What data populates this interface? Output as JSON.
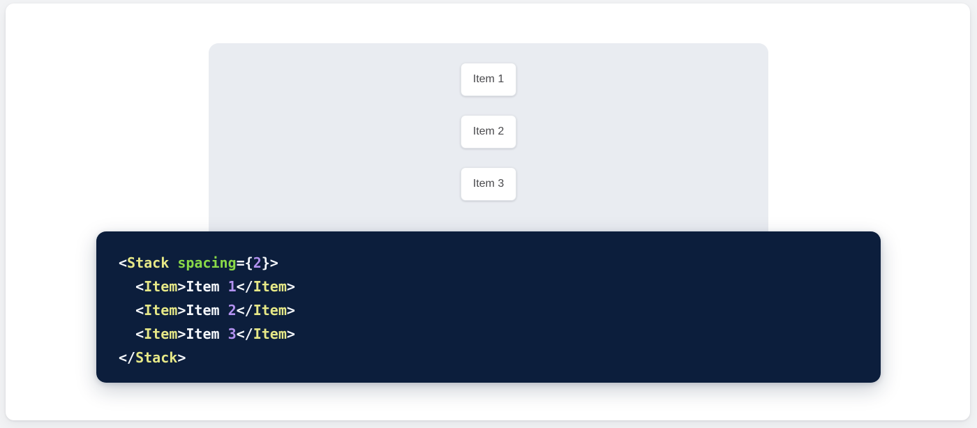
{
  "colors": {
    "page_background": "#f2f3f5",
    "card_background": "#ffffff",
    "preview_panel": "#e9ecf1",
    "code_background": "#0c1e3c",
    "item_background": "#ffffff",
    "item_text": "#4a4a4d",
    "syntax_punctuation": "#f4f7fb",
    "syntax_tag": "#e6e887",
    "syntax_attribute": "#8ad948",
    "syntax_number": "#b392f0",
    "syntax_text": "#f4f7fb"
  },
  "preview": {
    "component_name": "Stack",
    "items": [
      {
        "label": "Item 1"
      },
      {
        "label": "Item 2"
      },
      {
        "label": "Item 3"
      }
    ]
  },
  "code": {
    "language": "jsx",
    "lines": [
      {
        "indent": "",
        "tokens": [
          {
            "type": "punct",
            "text": "<"
          },
          {
            "type": "tag",
            "text": "Stack"
          },
          {
            "type": "text",
            "text": " "
          },
          {
            "type": "attr",
            "text": "spacing"
          },
          {
            "type": "punct",
            "text": "={"
          },
          {
            "type": "num",
            "text": "2"
          },
          {
            "type": "punct",
            "text": "}>"
          }
        ]
      },
      {
        "indent": "  ",
        "tokens": [
          {
            "type": "punct",
            "text": "<"
          },
          {
            "type": "tag",
            "text": "Item"
          },
          {
            "type": "punct",
            "text": ">"
          },
          {
            "type": "text",
            "text": "Item "
          },
          {
            "type": "num",
            "text": "1"
          },
          {
            "type": "punct",
            "text": "</"
          },
          {
            "type": "tag",
            "text": "Item"
          },
          {
            "type": "punct",
            "text": ">"
          }
        ]
      },
      {
        "indent": "  ",
        "tokens": [
          {
            "type": "punct",
            "text": "<"
          },
          {
            "type": "tag",
            "text": "Item"
          },
          {
            "type": "punct",
            "text": ">"
          },
          {
            "type": "text",
            "text": "Item "
          },
          {
            "type": "num",
            "text": "2"
          },
          {
            "type": "punct",
            "text": "</"
          },
          {
            "type": "tag",
            "text": "Item"
          },
          {
            "type": "punct",
            "text": ">"
          }
        ]
      },
      {
        "indent": "  ",
        "tokens": [
          {
            "type": "punct",
            "text": "<"
          },
          {
            "type": "tag",
            "text": "Item"
          },
          {
            "type": "punct",
            "text": ">"
          },
          {
            "type": "text",
            "text": "Item "
          },
          {
            "type": "num",
            "text": "3"
          },
          {
            "type": "punct",
            "text": "</"
          },
          {
            "type": "tag",
            "text": "Item"
          },
          {
            "type": "punct",
            "text": ">"
          }
        ]
      },
      {
        "indent": "",
        "tokens": [
          {
            "type": "punct",
            "text": "</"
          },
          {
            "type": "tag",
            "text": "Stack"
          },
          {
            "type": "punct",
            "text": ">"
          }
        ]
      }
    ]
  }
}
